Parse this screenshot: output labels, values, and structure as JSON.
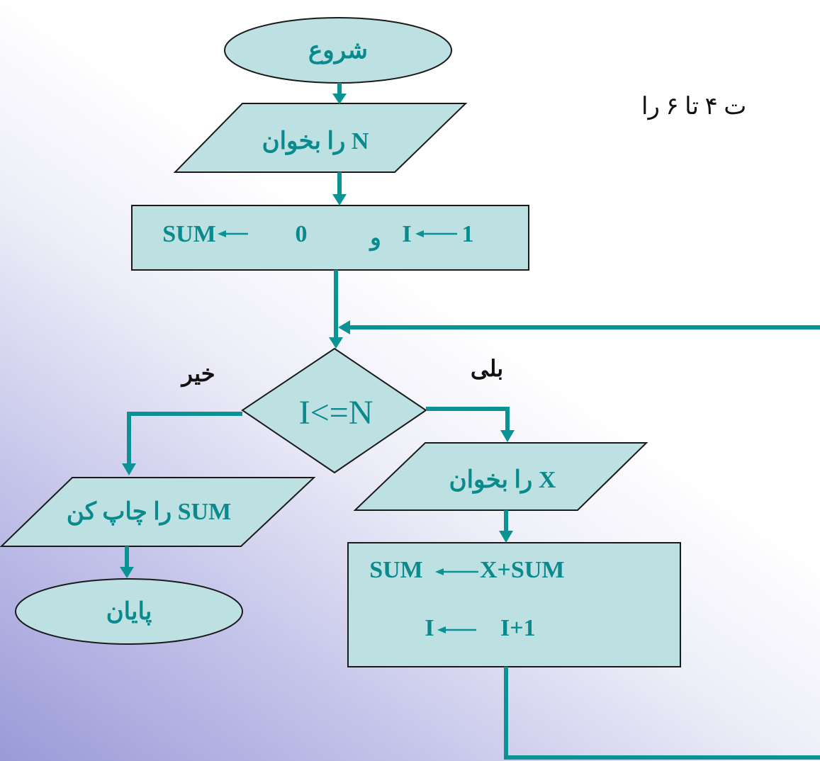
{
  "header_fragment": "ت ۴ تا ۶ را",
  "start": {
    "label": "شروع"
  },
  "read_n": {
    "label": "N را بخوان"
  },
  "init": {
    "sum": "SUM",
    "zero": "0",
    "and": "و",
    "i": "I",
    "one": "1"
  },
  "condition": {
    "label": "I<=N"
  },
  "branch_no": {
    "label": "خیر"
  },
  "branch_yes": {
    "label": "بلی"
  },
  "read_x": {
    "label": "X را بخوان"
  },
  "update": {
    "sum": "SUM",
    "sum_expr": "X+SUM",
    "i": "I",
    "i_expr": "I+1"
  },
  "print_sum": {
    "label": "SUM را چاپ کن"
  },
  "end": {
    "label": "پایان"
  },
  "colors": {
    "connector": "#0a9294",
    "shape_fill": "#bde1e3",
    "text": "#0a8a8c",
    "outline": "#1a1a1a"
  }
}
